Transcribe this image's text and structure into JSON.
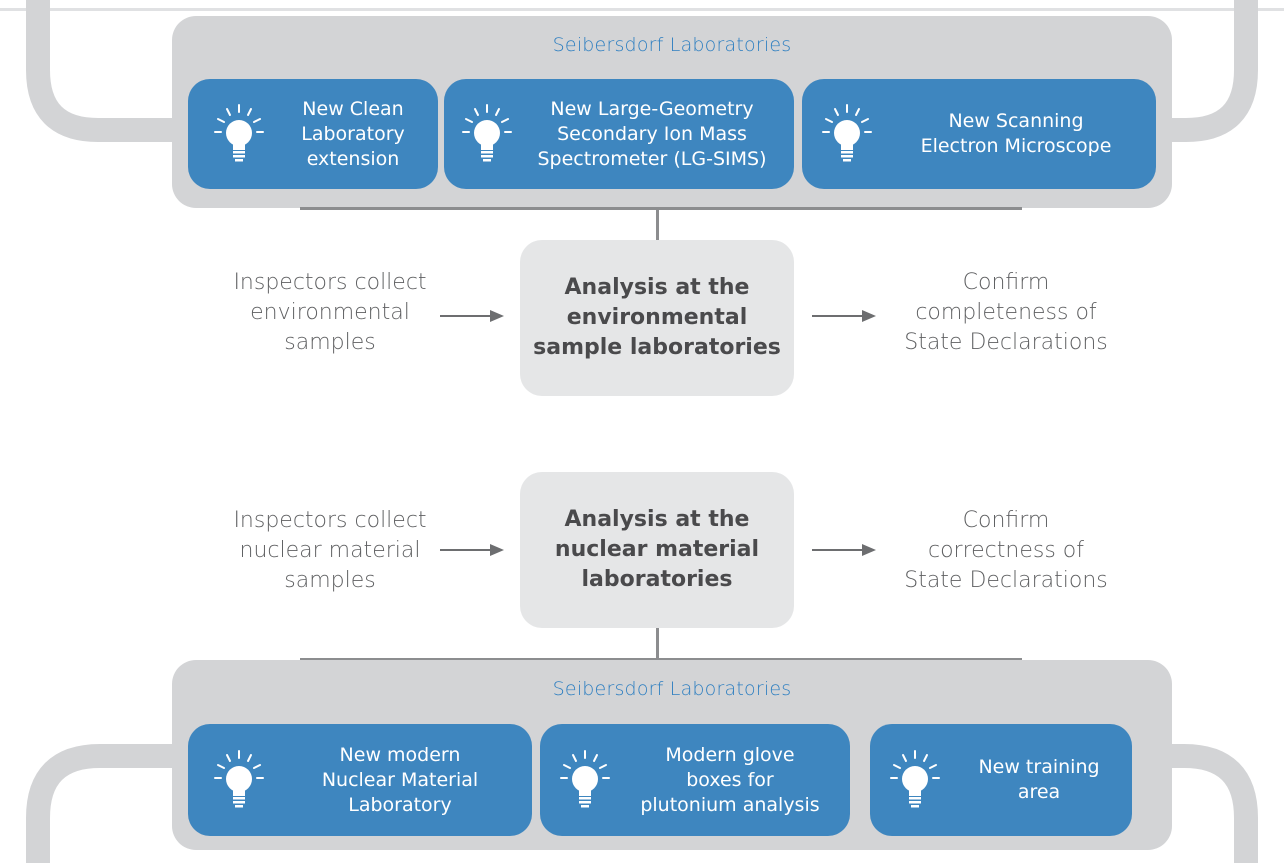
{
  "top_lab": {
    "title": "Seibersdorf Laboratories",
    "cards": [
      {
        "lines": [
          "New Clean",
          "Laboratory",
          "extension"
        ],
        "icon": "lightbulb-icon"
      },
      {
        "lines": [
          "New Large-Geometry",
          "Secondary Ion Mass",
          "Spectrometer (LG-SIMS)"
        ],
        "icon": "lightbulb-icon"
      },
      {
        "lines": [
          "New Scanning",
          "Electron Microscope"
        ],
        "icon": "lightbulb-icon"
      }
    ]
  },
  "environmental_flow": {
    "input_lines": [
      "Inspectors collect",
      "environmental",
      "samples"
    ],
    "center_lines": [
      "Analysis at the",
      "environmental",
      "sample laboratories"
    ],
    "output_lines": [
      "Confirm",
      "completeness of",
      "State Declarations"
    ]
  },
  "nuclear_flow": {
    "input_lines": [
      "Inspectors collect",
      "nuclear material",
      "samples"
    ],
    "center_lines": [
      "Analysis at the",
      "nuclear material",
      "laboratories"
    ],
    "output_lines": [
      "Confirm",
      "correctness of",
      "State Declarations"
    ]
  },
  "bottom_lab": {
    "title": "Seibersdorf Laboratories",
    "cards": [
      {
        "lines": [
          "New modern",
          "Nuclear Material",
          "Laboratory"
        ],
        "icon": "lightbulb-icon"
      },
      {
        "lines": [
          "Modern glove",
          "boxes for",
          "plutonium analysis"
        ],
        "icon": "lightbulb-icon"
      },
      {
        "lines": [
          "New training",
          "area"
        ],
        "icon": "lightbulb-icon"
      }
    ]
  },
  "colors": {
    "card_blue": "#3e86bf",
    "panel_gray": "#d3d4d6",
    "title_blue": "#2e7fc1",
    "center_box": "#e5e6e7",
    "connector": "#8c8d8f"
  }
}
